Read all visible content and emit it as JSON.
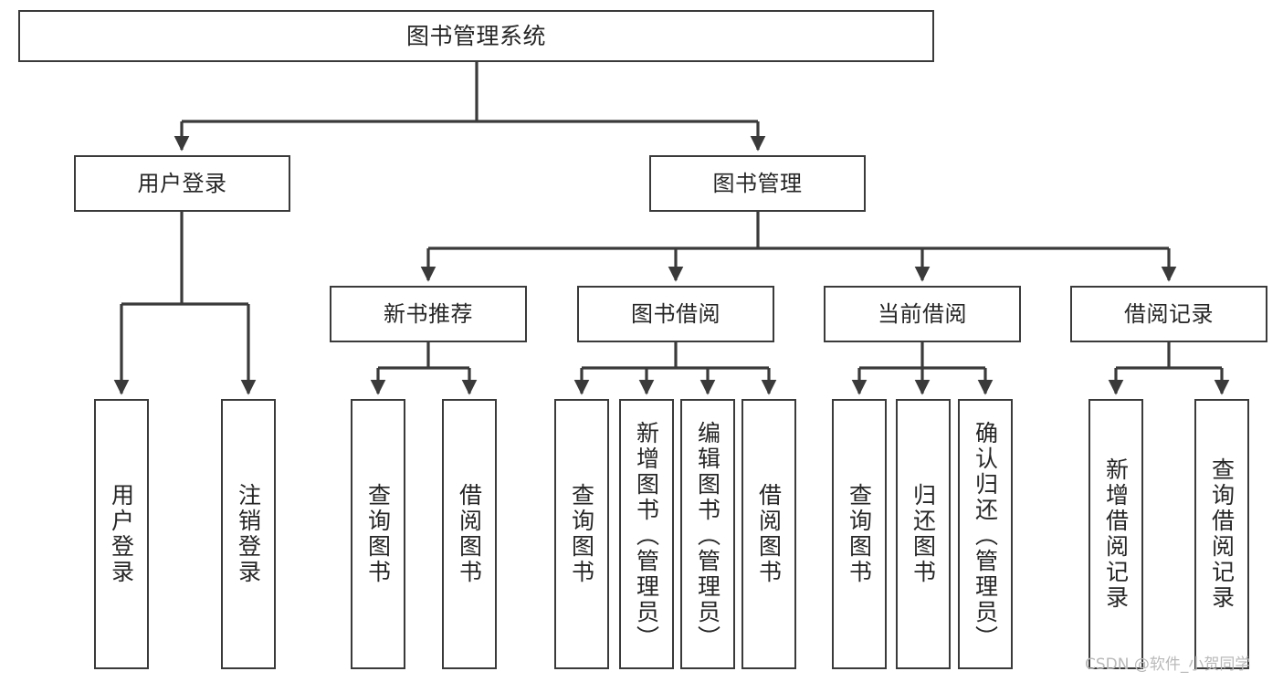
{
  "diagram": {
    "title": "图书管理系统",
    "type": "tree",
    "root": {
      "id": "root",
      "label": "图书管理系统"
    },
    "level2": [
      {
        "id": "user-login",
        "label": "用户登录"
      },
      {
        "id": "book-manage",
        "label": "图书管理"
      }
    ],
    "level3": [
      {
        "id": "new-book",
        "label": "新书推荐"
      },
      {
        "id": "borrow",
        "label": "图书借阅"
      },
      {
        "id": "current",
        "label": "当前借阅"
      },
      {
        "id": "record",
        "label": "借阅记录"
      }
    ],
    "leaves": {
      "user-login": [
        {
          "id": "leaf-user-login",
          "label": "用户登录"
        },
        {
          "id": "leaf-logout",
          "label": "注销登录"
        }
      ],
      "new-book": [
        {
          "id": "leaf-query-book-1",
          "label": "查询图书"
        },
        {
          "id": "leaf-borrow-book-1",
          "label": "借阅图书"
        }
      ],
      "borrow": [
        {
          "id": "leaf-query-book-2",
          "label": "查询图书"
        },
        {
          "id": "leaf-add-book",
          "label": "新增图书（管理员）"
        },
        {
          "id": "leaf-edit-book",
          "label": "编辑图书（管理员）"
        },
        {
          "id": "leaf-borrow-book-2",
          "label": "借阅图书"
        }
      ],
      "current": [
        {
          "id": "leaf-query-book-3",
          "label": "查询图书"
        },
        {
          "id": "leaf-return-book",
          "label": "归还图书"
        },
        {
          "id": "leaf-confirm-return",
          "label": "确认归还（管理员）"
        }
      ],
      "record": [
        {
          "id": "leaf-add-record",
          "label": "新增借阅记录"
        },
        {
          "id": "leaf-query-record",
          "label": "查询借阅记录"
        }
      ]
    }
  },
  "watermark": {
    "text": "CSDN @软件_小贺同学"
  },
  "colors": {
    "stroke": "#3a3a3a",
    "box_fill": "#ffffff",
    "text": "#262626",
    "background": "#ffffff",
    "watermark": "#b9b9b9"
  }
}
